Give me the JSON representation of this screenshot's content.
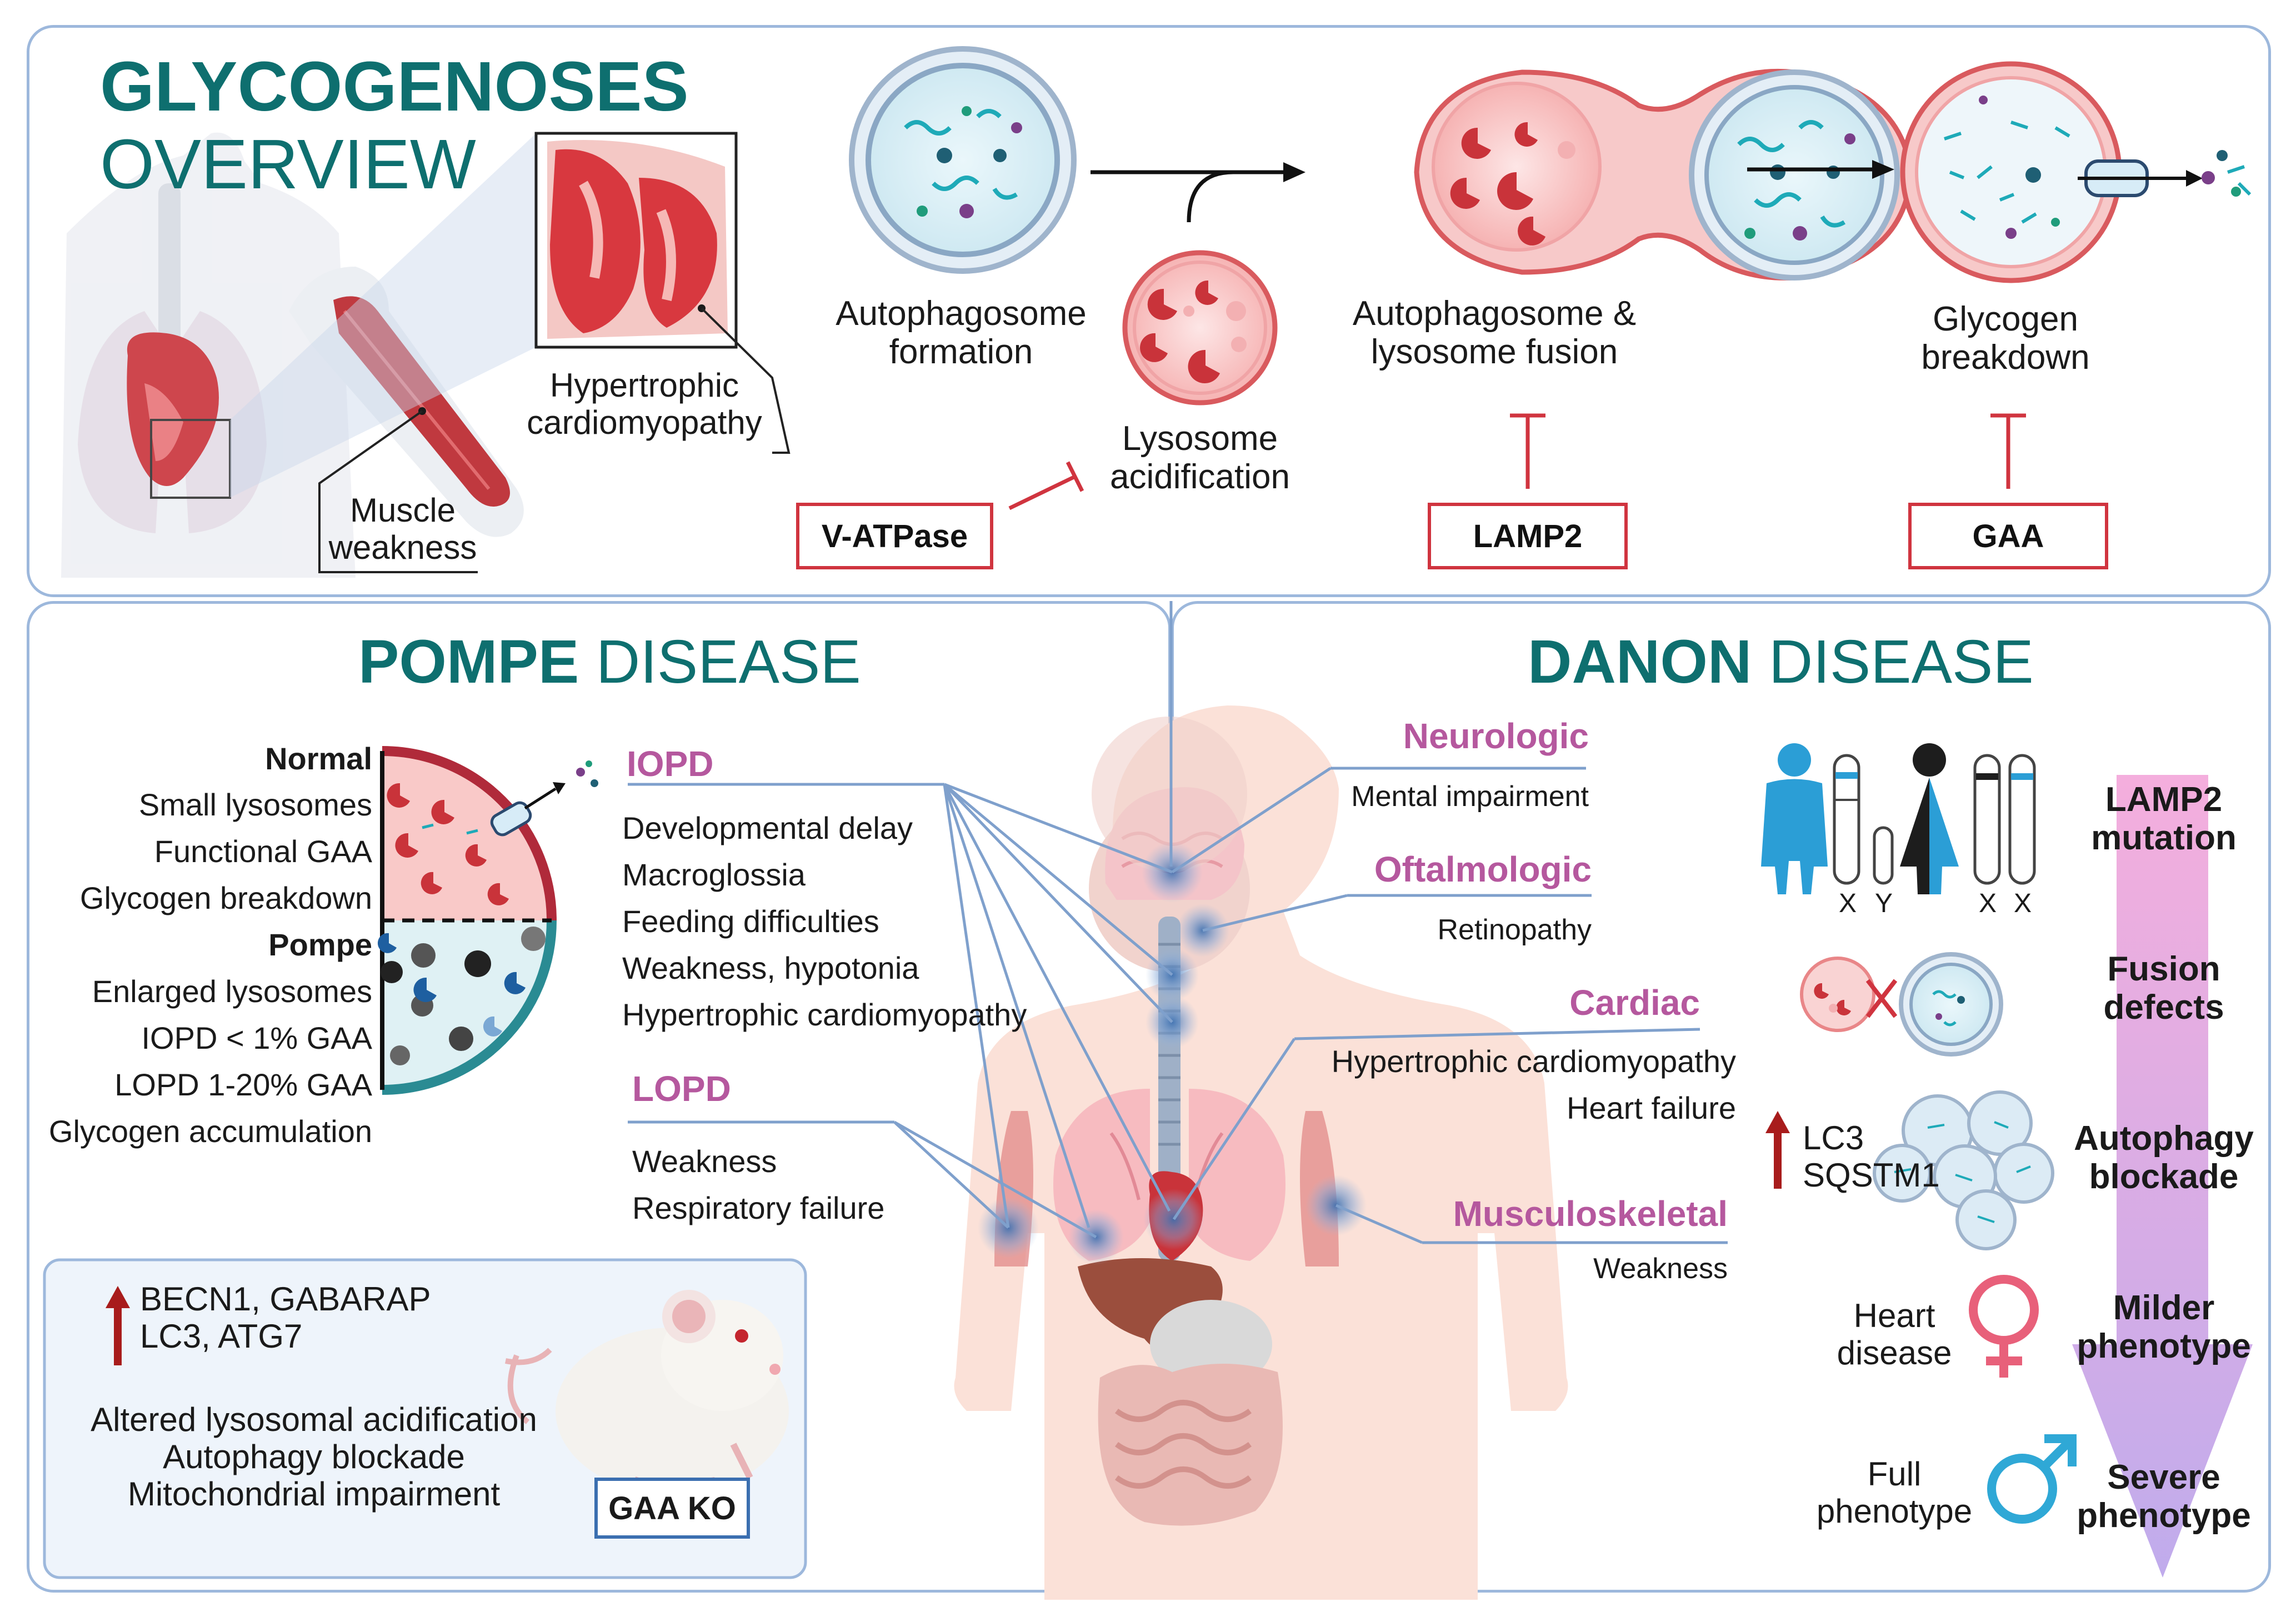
{
  "overview": {
    "title_line1": "GLYCOGENOSES",
    "title_line2": "OVERVIEW",
    "heart_label": "Hypertrophic cardiomyopathy",
    "heart_label_l1": "Hypertrophic",
    "heart_label_l2": "cardiomyopathy",
    "muscle_label_l1": "Muscle",
    "muscle_label_l2": "weakness",
    "step_autophagosome_l1": "Autophagosome",
    "step_autophagosome_l2": "formation",
    "step_lysosome_l1": "Lysosome",
    "step_lysosome_l2": "acidification",
    "step_fusion_l1": "Autophagosome &",
    "step_fusion_l2": "lysosome fusion",
    "step_breakdown_l1": "Glycogen",
    "step_breakdown_l2": "breakdown",
    "inhibitor_vatpase": "V-ATPase",
    "inhibitor_lamp2": "LAMP2",
    "inhibitor_gaa": "GAA"
  },
  "pompe": {
    "title_bold": "POMPE",
    "title_rest": " DISEASE",
    "normal_header": "Normal",
    "normal_items": [
      "Small lysosomes",
      "Functional GAA",
      "Glycogen breakdown"
    ],
    "pompe_header": "Pompe",
    "pompe_items": [
      "Enlarged lysosomes",
      "IOPD < 1% GAA",
      "LOPD 1-20% GAA",
      "Glycogen accumulation"
    ],
    "iopd_header": "IOPD",
    "iopd_items": [
      "Developmental delay",
      "Macroglossia",
      "Feeding difficulties",
      "Weakness, hypotonia",
      "Hypertrophic cardiomyopathy"
    ],
    "lopd_header": "LOPD",
    "lopd_items": [
      "Weakness",
      "Respiratory failure"
    ],
    "mouse_markers_l1": "BECN1, GABARAP",
    "mouse_markers_l2": "LC3, ATG7",
    "mouse_findings": [
      "Altered lysosomal acidification",
      "Autophagy blockade",
      "Mitochondrial impairment"
    ],
    "mouse_label": "GAA KO"
  },
  "danon": {
    "title_bold": "DANON",
    "title_rest": " DISEASE",
    "neuro_header": "Neurologic",
    "neuro_item": "Mental impairment",
    "ophth_header": "Oftalmologic",
    "ophth_item": "Retinopathy",
    "cardiac_header": "Cardiac",
    "cardiac_items": [
      "Hypertrophic cardiomyopathy",
      "Heart failure"
    ],
    "msk_header": "Musculoskeletal",
    "msk_item": "Weakness",
    "chrom_x": "X",
    "chrom_y": "Y",
    "markers_l1": "LC3",
    "markers_l2": "SQSTM1",
    "female_l1": "Heart",
    "female_l2": "disease",
    "male_l1": "Full",
    "male_l2": "phenotype",
    "arrow_labels": [
      {
        "l1": "LAMP2",
        "l2": "mutation"
      },
      {
        "l1": "Fusion",
        "l2": "defects"
      },
      {
        "l1": "Autophagy",
        "l2": "blockade"
      },
      {
        "l1": "Milder",
        "l2": "phenotype"
      },
      {
        "l1": "Severe",
        "l2": "phenotype"
      }
    ]
  },
  "colors": {
    "teal": "#0e6f6f",
    "pink_header": "#b5589e",
    "inhibitor_red": "#d0343f",
    "panel_border": "#9db8dc",
    "connector_blue": "#3b6fb0",
    "female_symbol": "#e8607a",
    "male_symbol": "#2fa8d6"
  }
}
